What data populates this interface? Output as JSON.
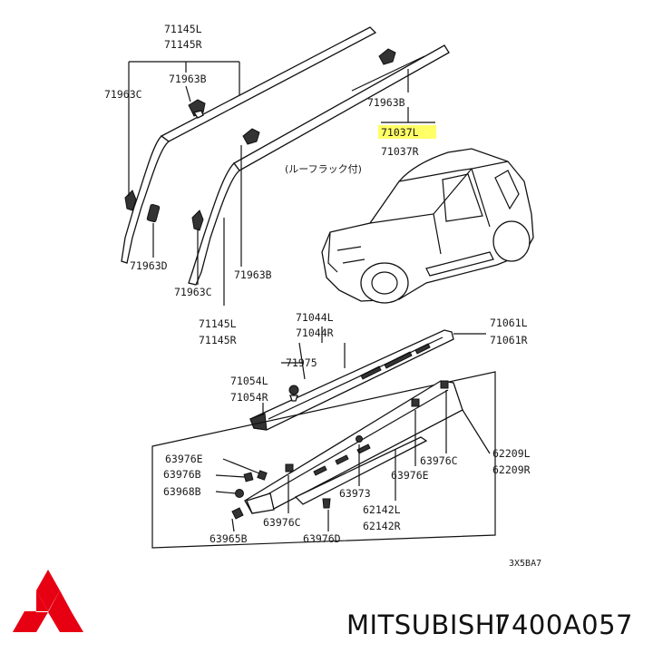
{
  "labels": {
    "l71145L_top": "71145L",
    "l71145R_top": "71145R",
    "l71963C_top": "71963C",
    "l71963B_left": "71963B",
    "l71963B_right": "71963B",
    "l71037L": "71037L",
    "l71037R": "71037R",
    "roof_rack_note": "(ルーフラック付)",
    "l71963D": "71963D",
    "l71963B_mid": "71963B",
    "l71963C_mid": "71963C",
    "l71145L_bot": "71145L",
    "l71145R_bot": "71145R",
    "l71044L": "71044L",
    "l71044R": "71044R",
    "l71061L": "71061L",
    "l71061R": "71061R",
    "l71975": "71975",
    "l71054L": "71054L",
    "l71054R": "71054R",
    "l63976E_a": "63976E",
    "l63976B": "63976B",
    "l63968B": "63968B",
    "l63976C_a": "63976C",
    "l63976E_b": "63976E",
    "l63973": "63973",
    "l62209L": "62209L",
    "l62209R": "62209R",
    "l62142L": "62142L",
    "l62142R": "62142R",
    "l63976C_b": "63976C",
    "l63965B": "63965B",
    "l63976D": "63976D",
    "diagram_code": "3X5BA7"
  },
  "highlight_color": "#ffff66",
  "brand": {
    "name": "MITSUBISHI",
    "part_number": "7400A057",
    "logo_color": "#e60012",
    "logo_icon": "three-diamond-logo"
  }
}
